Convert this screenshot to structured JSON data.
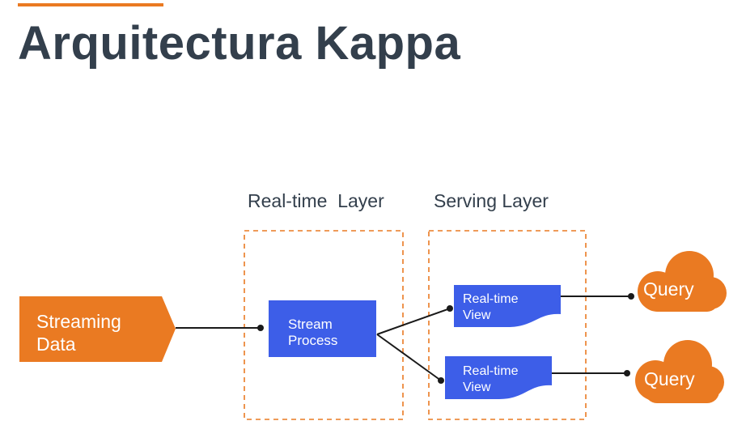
{
  "slide": {
    "title": "Arquitectura Kappa",
    "accent_color": "#ea7a22",
    "title_color": "#333f4c"
  },
  "diagram": {
    "layers": {
      "realtime_label": "Real-time  Layer",
      "serving_label": "Serving Layer"
    },
    "source": {
      "line1": "Streaming",
      "line2": "Data",
      "color": "#ea7a22"
    },
    "process": {
      "line1": "Stream",
      "line2": "Process",
      "color": "#3d5ee8"
    },
    "views": [
      {
        "line1": "Real-time",
        "line2": "View"
      },
      {
        "line1": "Real-time",
        "line2": "View"
      }
    ],
    "queries": [
      {
        "label": "Query"
      },
      {
        "label": "Query"
      }
    ]
  }
}
